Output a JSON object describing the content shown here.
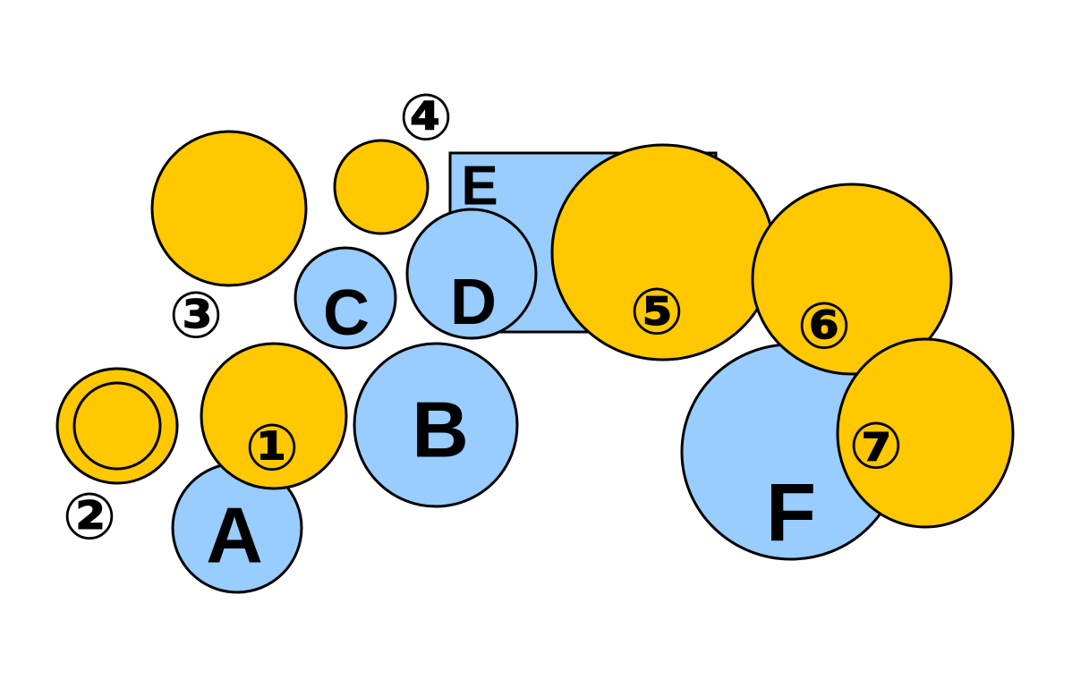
{
  "colors": {
    "blue": "#99ccff",
    "gold": "#ffc800",
    "outline": "#000000"
  },
  "shapes": {
    "A": {
      "label": "A"
    },
    "B": {
      "label": "B"
    },
    "C": {
      "label": "C"
    },
    "D": {
      "label": "D"
    },
    "E": {
      "label": "E"
    },
    "F": {
      "label": "F"
    }
  },
  "markers": {
    "m1": {
      "label": "①"
    },
    "m2": {
      "label": "②"
    },
    "m3": {
      "label": "③"
    },
    "m4": {
      "label": "④"
    },
    "m5": {
      "label": "⑤"
    },
    "m6": {
      "label": "⑥"
    },
    "m7": {
      "label": "⑦"
    }
  }
}
